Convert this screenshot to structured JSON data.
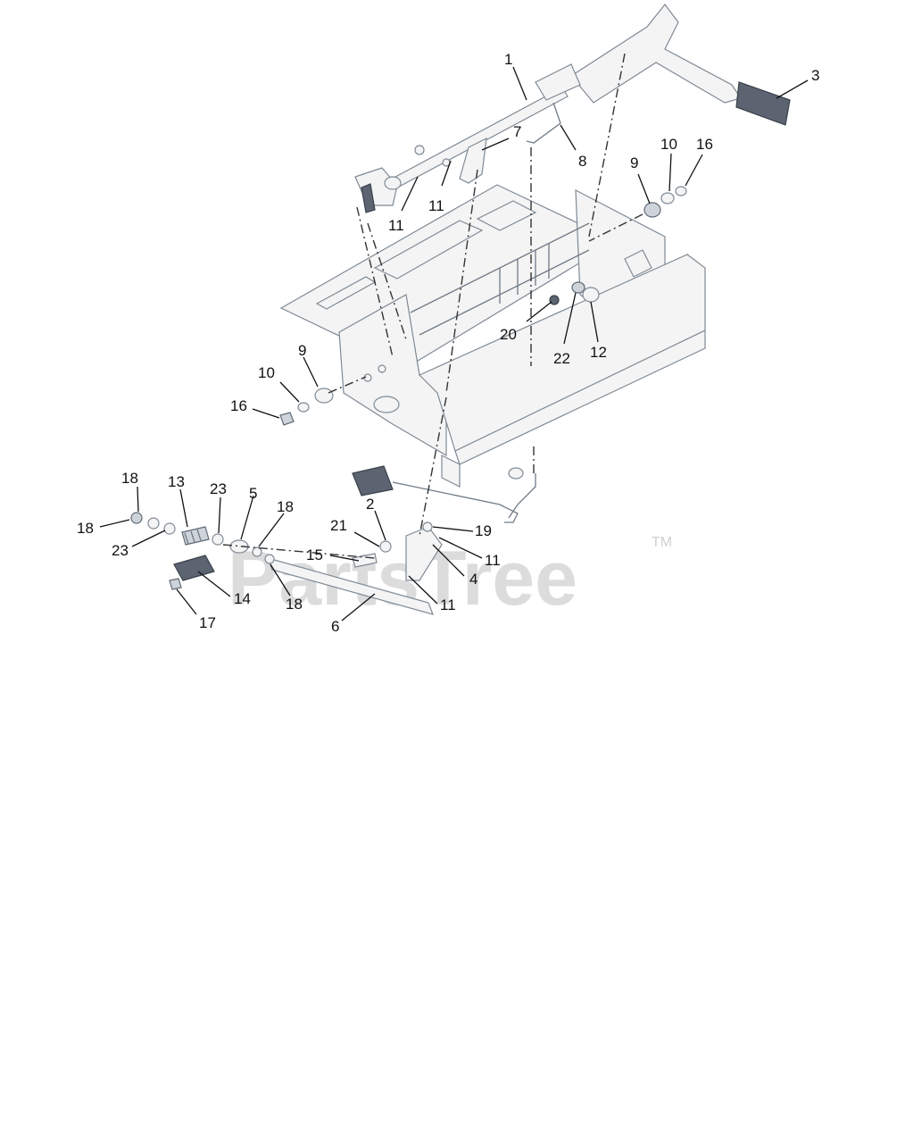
{
  "watermark": {
    "brand": "PartsTree",
    "trademark": "TM"
  },
  "callouts": [
    {
      "label": "1"
    },
    {
      "label": "3"
    },
    {
      "label": "7"
    },
    {
      "label": "8"
    },
    {
      "label": "11"
    },
    {
      "label": "11"
    },
    {
      "label": "9"
    },
    {
      "label": "10"
    },
    {
      "label": "16"
    },
    {
      "label": "20"
    },
    {
      "label": "22"
    },
    {
      "label": "12"
    },
    {
      "label": "9"
    },
    {
      "label": "10"
    },
    {
      "label": "16"
    },
    {
      "label": "18"
    },
    {
      "label": "13"
    },
    {
      "label": "23"
    },
    {
      "label": "5"
    },
    {
      "label": "18"
    },
    {
      "label": "18"
    },
    {
      "label": "23"
    },
    {
      "label": "2"
    },
    {
      "label": "21"
    },
    {
      "label": "19"
    },
    {
      "label": "15"
    },
    {
      "label": "11"
    },
    {
      "label": "4"
    },
    {
      "label": "14"
    },
    {
      "label": "18"
    },
    {
      "label": "11"
    },
    {
      "label": "17"
    },
    {
      "label": "6"
    }
  ]
}
